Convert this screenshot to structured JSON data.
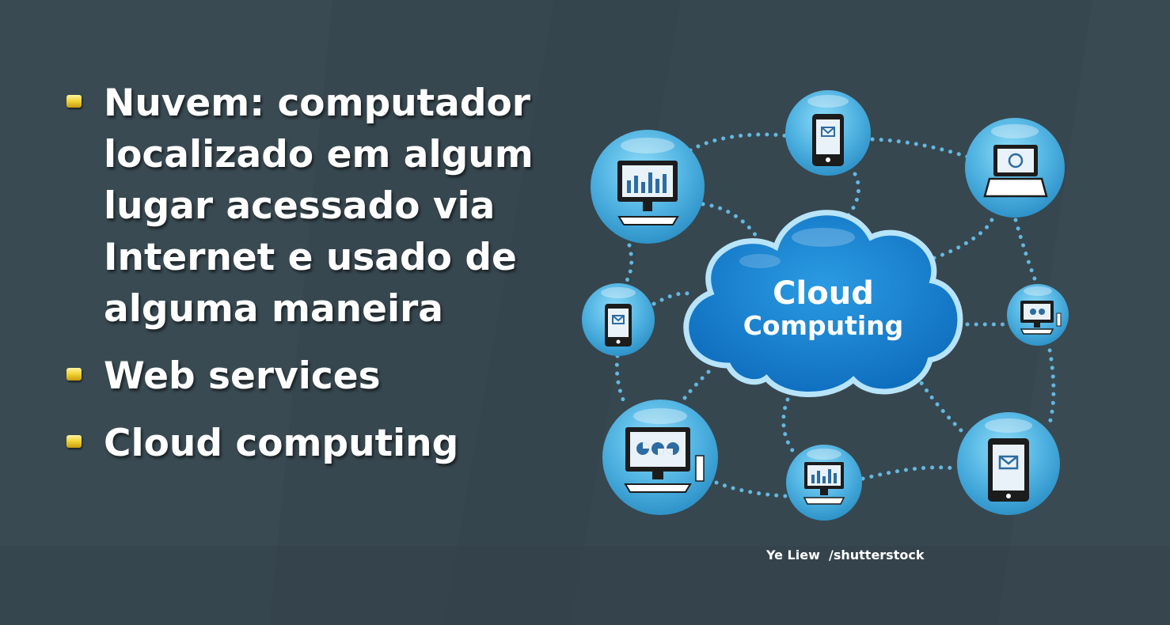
{
  "slide": {
    "bullets": [
      {
        "text": "Nuvem: computador\nlocalizado em algum\nlugar acessado via\nInternet e usado de\nalguma maneira"
      },
      {
        "text": "Web services"
      },
      {
        "text": "Cloud computing"
      }
    ]
  },
  "illustration": {
    "cloud_line1": "Cloud",
    "cloud_line2": "Computing",
    "credit": "Ye Liew  /shutterstock"
  },
  "colors": {
    "background": "#37474f",
    "circle": "#55b7e3",
    "cloud": "#1583d2",
    "bullet_marker": "#f1d232"
  }
}
